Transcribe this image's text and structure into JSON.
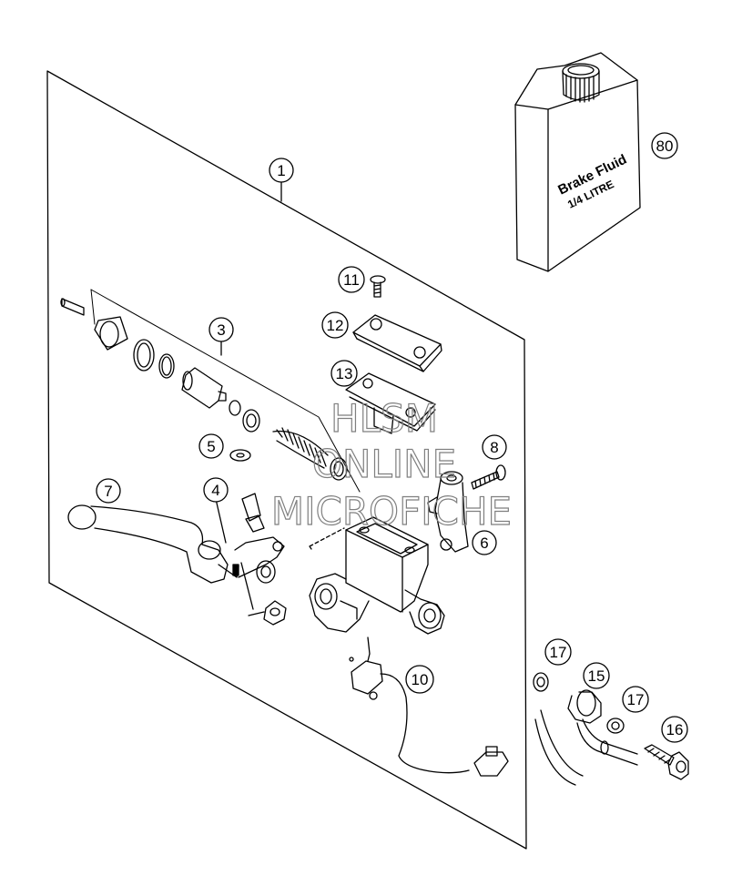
{
  "callouts": {
    "c1": "1",
    "c3": "3",
    "c4": "4",
    "c5": "5",
    "c6": "6",
    "c7": "7",
    "c8": "8",
    "c10": "10",
    "c11": "11",
    "c12": "12",
    "c13": "13",
    "c15": "15",
    "c16": "16",
    "c17a": "17",
    "c17b": "17",
    "c80": "80"
  },
  "fluid_can": {
    "line1": "Brake Fluid",
    "line2": "1/4 LITRE"
  },
  "watermark": {
    "line1": "HLSM",
    "line2": "ONLINE",
    "line3": "MICROFICHE"
  }
}
